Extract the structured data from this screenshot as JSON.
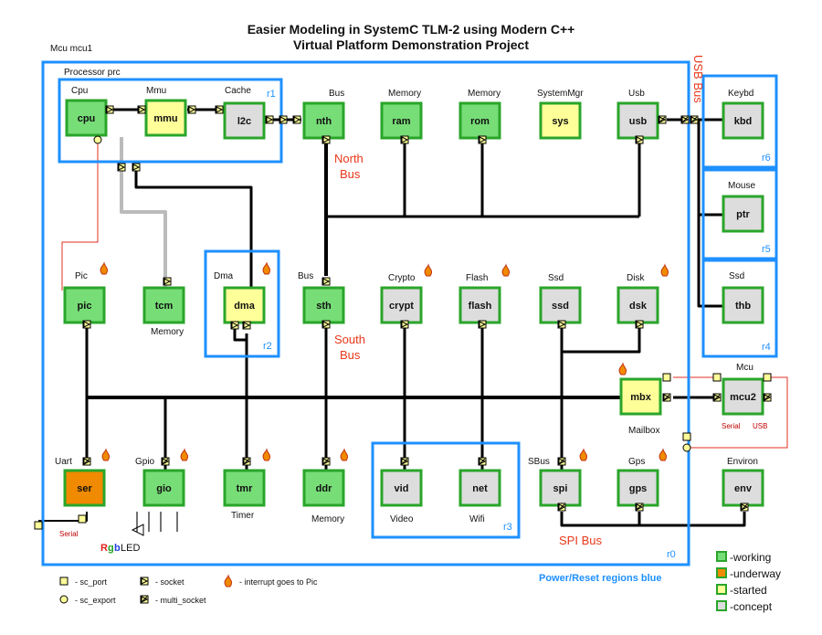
{
  "title_line1": "Easier Modeling in SystemC TLM-2 using Modern C++",
  "title_line2": "Virtual Platform Demonstration Project",
  "labels": {
    "mcu_outer": "Mcu mcu1",
    "processor": "Processor prc",
    "r0": "r0",
    "r1": "r1",
    "r2": "r2",
    "r3": "r3",
    "r4": "r4",
    "r5": "r5",
    "r6": "r6",
    "usb_bus": "USB Bus",
    "north_bus": [
      "North",
      "Bus"
    ],
    "south_bus": [
      "South",
      "Bus"
    ],
    "spi_bus": "SPI Bus",
    "power_reset": "Power/Reset regions blue",
    "serial_left": "Serial",
    "rgb_r": "R",
    "rgb_g": "g",
    "rgb_b": "b",
    "rgb_rest": "LED",
    "mcu2_serial": "Serial",
    "mcu2_usb": "USB"
  },
  "blocks": [
    {
      "id": "cpu",
      "text": "cpu",
      "label": "Cpu",
      "status": "working"
    },
    {
      "id": "mmu",
      "text": "mmu",
      "label": "Mmu",
      "status": "started"
    },
    {
      "id": "l2c",
      "text": "l2c",
      "label": "Cache",
      "status": "concept"
    },
    {
      "id": "nth",
      "text": "nth",
      "label": "Bus",
      "status": "working"
    },
    {
      "id": "ram",
      "text": "ram",
      "label": "Memory",
      "status": "working"
    },
    {
      "id": "rom",
      "text": "rom",
      "label": "Memory",
      "status": "working"
    },
    {
      "id": "sys",
      "text": "sys",
      "label": "SystemMgr",
      "status": "started"
    },
    {
      "id": "usb",
      "text": "usb",
      "label": "Usb",
      "status": "concept"
    },
    {
      "id": "kbd",
      "text": "kbd",
      "label": "Keybd",
      "status": "concept"
    },
    {
      "id": "ptr",
      "text": "ptr",
      "label": "Mouse",
      "status": "concept"
    },
    {
      "id": "thb",
      "text": "thb",
      "label": "Ssd",
      "status": "concept"
    },
    {
      "id": "pic",
      "text": "pic",
      "label": "Pic",
      "status": "working"
    },
    {
      "id": "tcm",
      "text": "tcm",
      "label": "Memory",
      "status": "working"
    },
    {
      "id": "dma",
      "text": "dma",
      "label": "Dma",
      "status": "started"
    },
    {
      "id": "sth",
      "text": "sth",
      "label": "Bus",
      "status": "working"
    },
    {
      "id": "crypt",
      "text": "crypt",
      "label": "Crypto",
      "status": "concept"
    },
    {
      "id": "flash",
      "text": "flash",
      "label": "Flash",
      "status": "concept"
    },
    {
      "id": "ssd",
      "text": "ssd",
      "label": "Ssd",
      "status": "concept"
    },
    {
      "id": "dsk",
      "text": "dsk",
      "label": "Disk",
      "status": "concept"
    },
    {
      "id": "mbx",
      "text": "mbx",
      "label": "Mailbox",
      "status": "started"
    },
    {
      "id": "mcu2",
      "text": "mcu2",
      "label": "Mcu",
      "status": "concept"
    },
    {
      "id": "ser",
      "text": "ser",
      "label": "Uart",
      "status": "underway"
    },
    {
      "id": "gio",
      "text": "gio",
      "label": "Gpio",
      "status": "working"
    },
    {
      "id": "tmr",
      "text": "tmr",
      "label": "Timer",
      "status": "working"
    },
    {
      "id": "ddr",
      "text": "ddr",
      "label": "Memory",
      "status": "working"
    },
    {
      "id": "vid",
      "text": "vid",
      "label": "Video",
      "status": "concept"
    },
    {
      "id": "net",
      "text": "net",
      "label": "Wifi",
      "status": "concept"
    },
    {
      "id": "spi",
      "text": "spi",
      "label": "SBus",
      "status": "concept"
    },
    {
      "id": "gps",
      "text": "gps",
      "label": "Gps",
      "status": "concept"
    },
    {
      "id": "env",
      "text": "env",
      "label": "Environ",
      "status": "concept"
    }
  ],
  "key": {
    "sc_port": "- sc_port",
    "sc_export": "- sc_export",
    "socket": "- socket",
    "multi_socket": "- multi_socket",
    "interrupt": "- interrupt goes to Pic"
  },
  "status_legend": [
    {
      "id": "working",
      "label": "-working",
      "fill": "#77dd77"
    },
    {
      "id": "underway",
      "label": "-underway",
      "fill": "#f08a00"
    },
    {
      "id": "started",
      "label": "-started",
      "fill": "#ffff99"
    },
    {
      "id": "concept",
      "label": "-concept",
      "fill": "#dddddd"
    }
  ],
  "colors": {
    "region": "#1e90ff",
    "bus_text": "#e8381a",
    "border_green": "#2aa52a",
    "wire": "#000000",
    "grey_wire": "#bbbbbb",
    "interrupt_line": "#e03020"
  }
}
